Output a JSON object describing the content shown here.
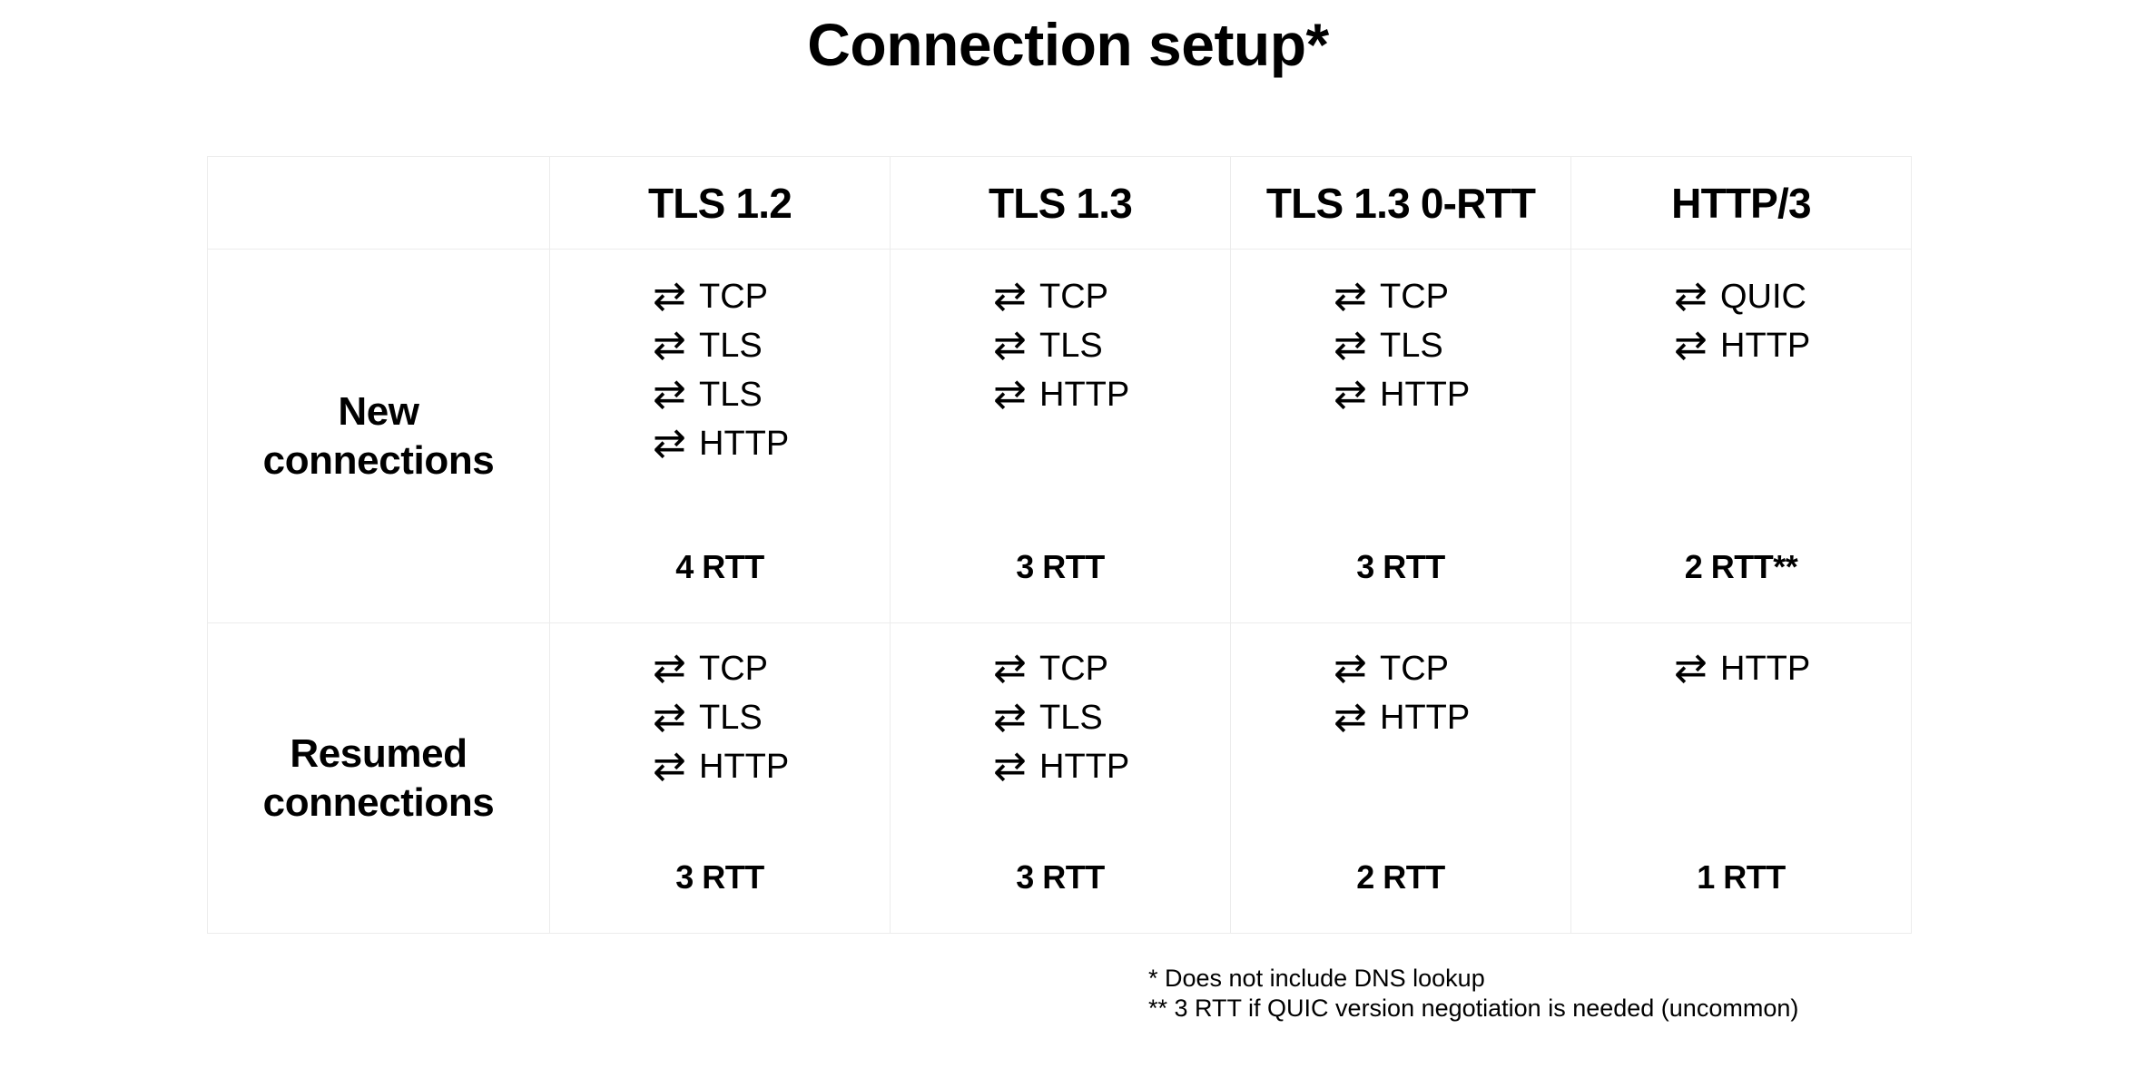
{
  "title": "Connection setup*",
  "table": {
    "corner_label": "",
    "columns": [
      "TLS 1.2",
      "TLS 1.3",
      "TLS 1.3 0-RTT",
      "HTTP/3"
    ],
    "arrow_glyph": "⇄",
    "rows": [
      {
        "label_line1": "New",
        "label_line2": "connections",
        "cells": [
          {
            "steps": [
              "TCP",
              "TLS",
              "TLS",
              "HTTP"
            ],
            "rtt": "4 RTT"
          },
          {
            "steps": [
              "TCP",
              "TLS",
              "HTTP"
            ],
            "rtt": "3 RTT"
          },
          {
            "steps": [
              "TCP",
              "TLS",
              "HTTP"
            ],
            "rtt": "3 RTT"
          },
          {
            "steps": [
              "QUIC",
              "HTTP"
            ],
            "rtt": "2 RTT**"
          }
        ]
      },
      {
        "label_line1": "Resumed",
        "label_line2": "connections",
        "cells": [
          {
            "steps": [
              "TCP",
              "TLS",
              "HTTP"
            ],
            "rtt": "3 RTT"
          },
          {
            "steps": [
              "TCP",
              "TLS",
              "HTTP"
            ],
            "rtt": "3 RTT"
          },
          {
            "steps": [
              "TCP",
              "HTTP"
            ],
            "rtt": "2 RTT"
          },
          {
            "steps": [
              "HTTP"
            ],
            "rtt": "1 RTT"
          }
        ]
      }
    ]
  },
  "footnotes": [
    "* Does not include DNS lookup",
    "** 3 RTT if QUIC version negotiation is needed (uncommon)"
  ],
  "colors": {
    "background": "#ffffff",
    "text": "#000000",
    "border": "#ececec"
  }
}
